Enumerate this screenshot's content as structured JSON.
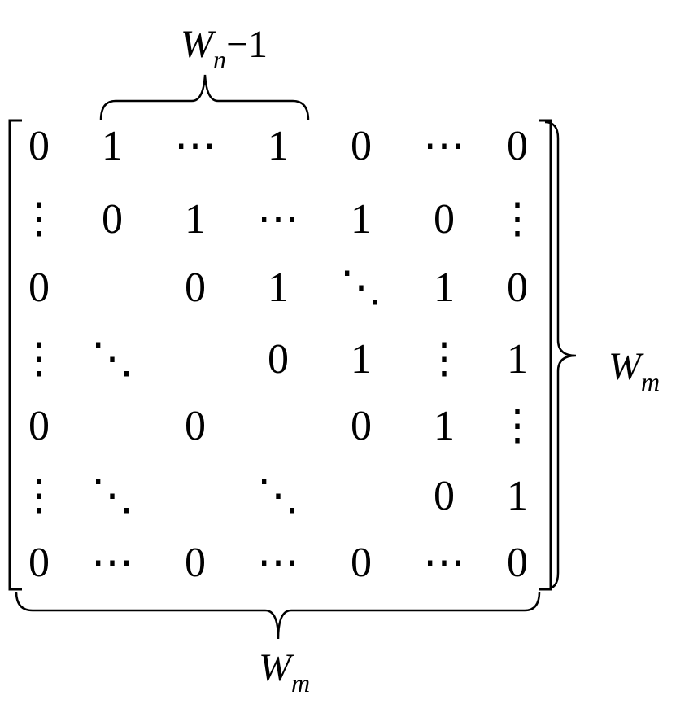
{
  "matrix": {
    "rows": [
      [
        "0",
        "1",
        "⋯",
        "1",
        "0",
        "⋯",
        "0"
      ],
      [
        "⋮",
        "0",
        "1",
        "⋯",
        "1",
        "0",
        "⋮"
      ],
      [
        "0",
        "",
        "0",
        "1",
        "⋱",
        "1",
        "0"
      ],
      [
        "⋮",
        "⋱",
        "",
        "0",
        "1",
        "⋮",
        "1"
      ],
      [
        "0",
        "",
        "0",
        "",
        "0",
        "1",
        "⋮"
      ],
      [
        "⋮",
        "⋱",
        "",
        "⋱",
        "",
        "0",
        "1"
      ],
      [
        "0",
        "⋯",
        "0",
        "⋯",
        "0",
        "⋯",
        "0"
      ]
    ]
  },
  "labels": {
    "top": {
      "main": "W",
      "sub": "n",
      "rest": "−1"
    },
    "right": {
      "main": "W",
      "sub": "m"
    },
    "bottom": {
      "main": "W",
      "sub": "m"
    }
  }
}
